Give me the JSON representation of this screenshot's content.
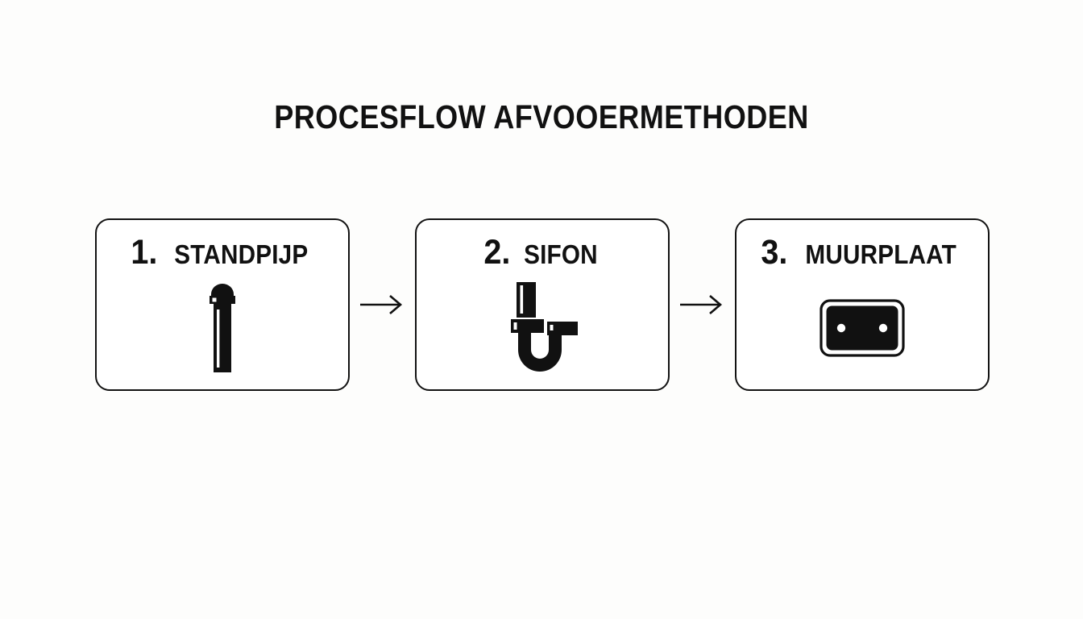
{
  "page": {
    "background_color": "#fdfdfc",
    "ink_color": "#111111",
    "title": "PROCESFLOW AFVOOERMETHODEN"
  },
  "flow": {
    "arrow_glyph": "→",
    "arrow_icon_name": "arrow-right-icon",
    "steps": [
      {
        "number": "1.",
        "label": "STANDPIJP",
        "icon_name": "standpipe-icon"
      },
      {
        "number": "2.",
        "label": "SIFON",
        "icon_name": "siphon-p-trap-icon"
      },
      {
        "number": "3.",
        "label": "MUURPLAAT",
        "icon_name": "wall-plate-icon"
      }
    ],
    "arrows": [
      {
        "label": "→"
      },
      {
        "label": "→"
      }
    ]
  }
}
